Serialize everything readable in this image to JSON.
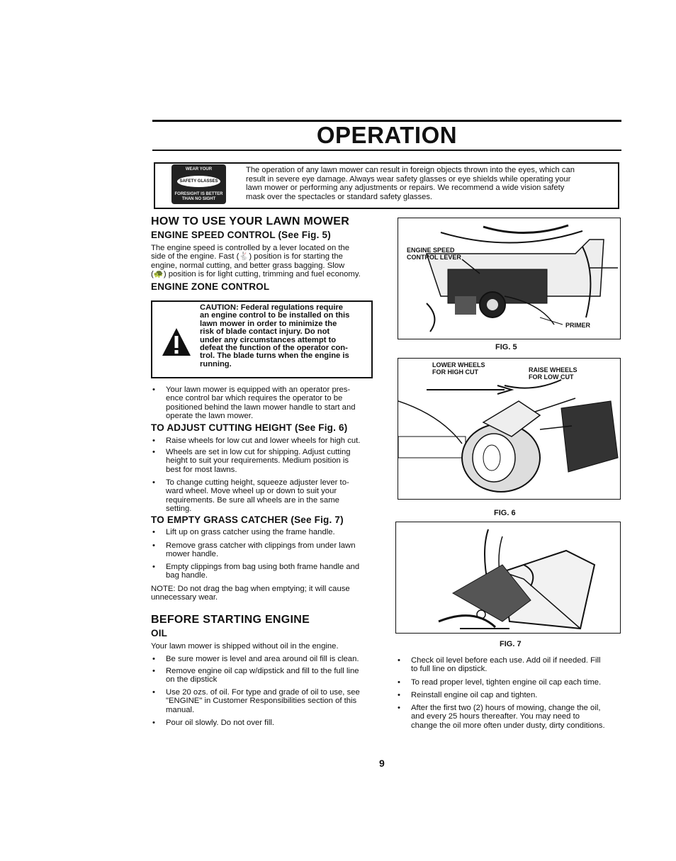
{
  "header": {
    "title": "OPERATION"
  },
  "safety": {
    "badge_top": "WEAR YOUR",
    "badge_middle": "SAFETY GLASSES",
    "badge_bottom_1": "FORESIGHT IS BETTER",
    "badge_bottom_2": "THAN NO SIGHT",
    "lines": [
      "The operation of any lawn mower can result in foreign objects thrown into the eyes, which can",
      "result in severe eye damage. Always wear safety glasses or eye shields while operating your",
      "lawn mower or performing any adjustments or repairs. We recommend a wide vision safety",
      "mask over the spectacles or standard safety glasses."
    ]
  },
  "left": {
    "how_to_title": "HOW TO USE YOUR LAWN MOWER",
    "speed_heading": "ENGINE SPEED CONTROL (See Fig. 5)",
    "speed_lines": [
      "The engine speed is controlled by a lever located on the",
      "side of the engine. Fast (🐇) position is for starting the",
      "engine, normal cutting, and better grass bagging. Slow",
      "(🐢) position is for light cutting, trimming and fuel economy."
    ],
    "zone_heading": "ENGINE ZONE CONTROL",
    "caution_lines": [
      "CAUTION: Federal regulations require",
      "an engine control to be installed on this",
      "lawn mower in order to minimize the",
      "risk of blade contact injury. Do not",
      "under any circumstances attempt to",
      "defeat the function of the operator con-",
      "trol. The blade turns when the engine is",
      "running."
    ],
    "zone_bullet": [
      "Your lawn mower is equipped with an operator pres-",
      "ence control bar which requires the operator to be",
      "positioned behind the lawn mower handle to start and",
      "operate the lawn mower."
    ],
    "adjust_heading": "TO ADJUST CUTTING HEIGHT (See Fig. 6)",
    "adjust_bullets": [
      [
        "Raise wheels for low cut and lower wheels for high cut."
      ],
      [
        "Wheels are set in low cut for shipping. Adjust cutting",
        "height to suit your requirements. Medium position is",
        "best for most lawns."
      ],
      [
        "To change cutting height, squeeze adjuster lever to-",
        "ward wheel. Move wheel up or down to suit your",
        "requirements. Be sure all wheels are in the same",
        "setting."
      ]
    ],
    "empty_heading": "TO EMPTY GRASS CATCHER (See Fig. 7)",
    "empty_bullets": [
      [
        "Lift up on grass catcher using the frame handle."
      ],
      [
        "Remove grass catcher with clippings from under lawn",
        "mower handle."
      ],
      [
        "Empty clippings from bag using both frame handle and",
        "bag handle."
      ]
    ],
    "note_lines": [
      "NOTE: Do not drag the bag when emptying; it will cause",
      "unnecessary wear."
    ],
    "before_title": "BEFORE STARTING ENGINE",
    "oil_heading": "OIL",
    "oil_intro": "Your lawn mower is shipped without oil in the engine.",
    "oil_bullets": [
      [
        "Be sure mower is level and area around oil fill is clean."
      ],
      [
        "Remove engine oil cap w/dipstick and fill to the full line",
        "on the dipstick"
      ],
      [
        "Use 20 ozs. of oil. For type and grade of oil to use, see",
        "\"ENGINE\" in Customer Responsibilities section of this",
        "manual."
      ],
      [
        "Pour oil slowly. Do not over fill."
      ]
    ]
  },
  "right": {
    "fig5_label_1": "ENGINE SPEED",
    "fig5_label_2": "CONTROL LEVER",
    "fig5_primer": "PRIMER",
    "fig5_caption": "FIG. 5",
    "fig6_lower_1": "LOWER WHEELS",
    "fig6_lower_2": "FOR HIGH CUT",
    "fig6_raise_1": "RAISE WHEELS",
    "fig6_raise_2": "FOR LOW CUT",
    "fig6_caption": "FIG. 6",
    "fig7_caption": "FIG. 7",
    "oil_bullets": [
      [
        "Check oil level before each use. Add oil if needed. Fill",
        "to full line on dipstick."
      ],
      [
        "To read proper level, tighten engine oil cap each time."
      ],
      [
        "Reinstall engine oil cap and tighten."
      ],
      [
        "After the first two (2) hours of mowing, change the oil,",
        "and every 25 hours thereafter. You may need to",
        "change the oil more often under dusty, dirty conditions."
      ]
    ]
  },
  "footer": {
    "page_number": "9"
  }
}
